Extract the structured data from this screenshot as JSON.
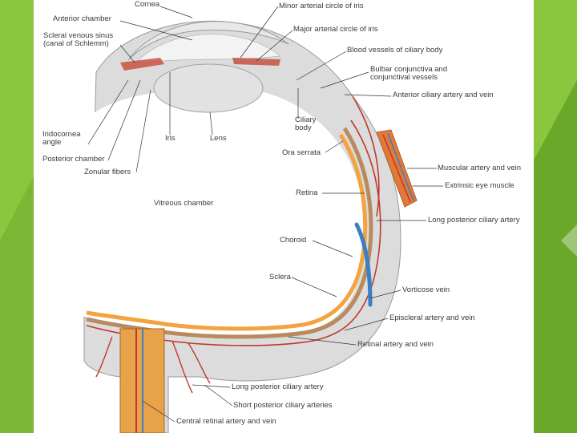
{
  "colors": {
    "background": "#ffffff",
    "slide_accent_green": "#8cc63f",
    "slide_accent_green_dark": "#6aa82a",
    "sclera": "#d9d9d9",
    "choroid": "#c8a07a",
    "retina": "#f2a440",
    "artery_red": "#c0392b",
    "vein_blue": "#3a7ec4",
    "muscle": "#e07a3a"
  },
  "labels": {
    "cornea": "Cornea",
    "anterior_chamber": "Anterior chamber",
    "scleral_venous_sinus": "Scleral venous sinus\n(canal of Schlemm)",
    "minor_arterial_circle": "Minor arterial circle of iris",
    "major_arterial_circle": "Major arterial circle of iris",
    "blood_vessels_ciliary": "Blood vessels of ciliary body",
    "bulbar_conjunctiva": "Bulbar conjunctiva and\nconjunctival vessels",
    "anterior_ciliary": "Anterior ciliary artery and vein",
    "iridocorneal_angle": "Iridocornea\nangle",
    "posterior_chamber": "Posterior chamber",
    "zonular_fibers": "Zonular fibers",
    "iris": "Iris",
    "lens": "Lens",
    "ciliary_body": "Ciliary\nbody",
    "ora_serrata": "Ora serrata",
    "muscular_artery": "Muscular artery and vein",
    "extrinsic_muscle": "Extrinsic eye muscle",
    "retina": "Retina",
    "vitreous_chamber": "Vitreous chamber",
    "long_posterior_ciliary": "Long posterior ciliary artery",
    "choroid": "Choroid",
    "sclera": "Sclera",
    "vorticose_vein": "Vorticose vein",
    "episcleral": "Episcleral artery and vein",
    "retinal_artery": "Retinal artery and vein",
    "long_posterior_ciliary_2": "Long posterior ciliary artery",
    "short_posterior_ciliary": "Short posterior ciliary arteries",
    "central_retinal": "Central retinal artery and vein"
  }
}
